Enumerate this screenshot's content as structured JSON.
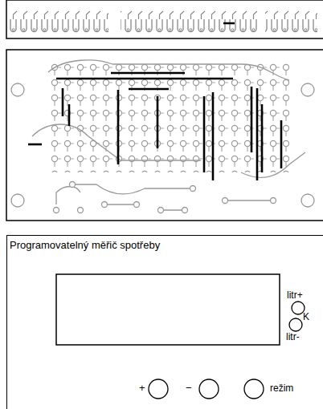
{
  "diagram": {
    "nodes": [
      {
        "text": [
          "Programovatelný měřič spotřeby"
        ]
      }
    ],
    "labels": [
      "litr+",
      "K",
      "litr-",
      "+",
      "−",
      "režim"
    ]
  }
}
